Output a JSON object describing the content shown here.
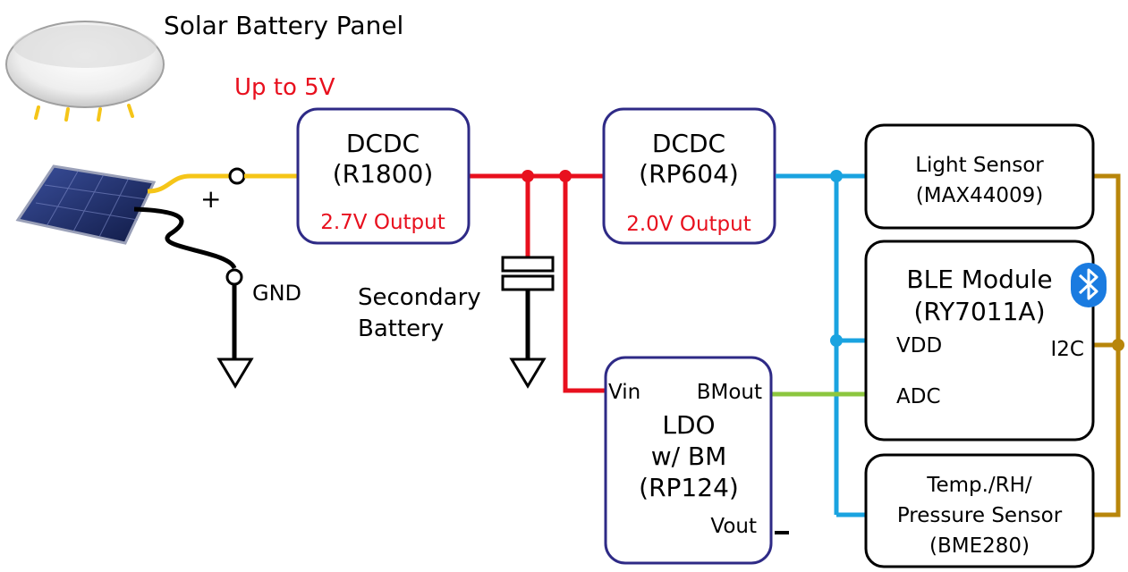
{
  "title": "Solar Battery Panel",
  "input_voltage_note": "Up to 5V",
  "terminals": {
    "plus": "+",
    "gnd": "GND"
  },
  "battery": {
    "line1": "Secondary",
    "line2": "Battery"
  },
  "dcdc1": {
    "line1": "DCDC",
    "line2": "(R1800)",
    "output": "2.7V Output"
  },
  "dcdc2": {
    "line1": "DCDC",
    "line2": "(RP604)",
    "output": "2.0V Output"
  },
  "ldo": {
    "vin": "Vin",
    "bmout": "BMout",
    "line1": "LDO",
    "line2": "w/ BM",
    "line3": "(RP124)",
    "vout": "Vout"
  },
  "light_sensor": {
    "line1": "Light Sensor",
    "line2": "(MAX44009)"
  },
  "ble": {
    "line1": "BLE Module",
    "line2": "(RY7011A)",
    "vdd": "VDD",
    "i2c": "I2C",
    "adc": "ADC"
  },
  "env_sensor": {
    "line1": "Temp./RH/",
    "line2": "Pressure Sensor",
    "line3": "(BME280)"
  },
  "colors": {
    "box_border": "#2e2a86",
    "red_wire": "#e8101e",
    "blue_wire": "#1aa3e0",
    "green_wire": "#8cc63f",
    "gold_wire": "#b8860b",
    "yellow_wire": "#f5c518",
    "accent_text": "#e8101e"
  }
}
